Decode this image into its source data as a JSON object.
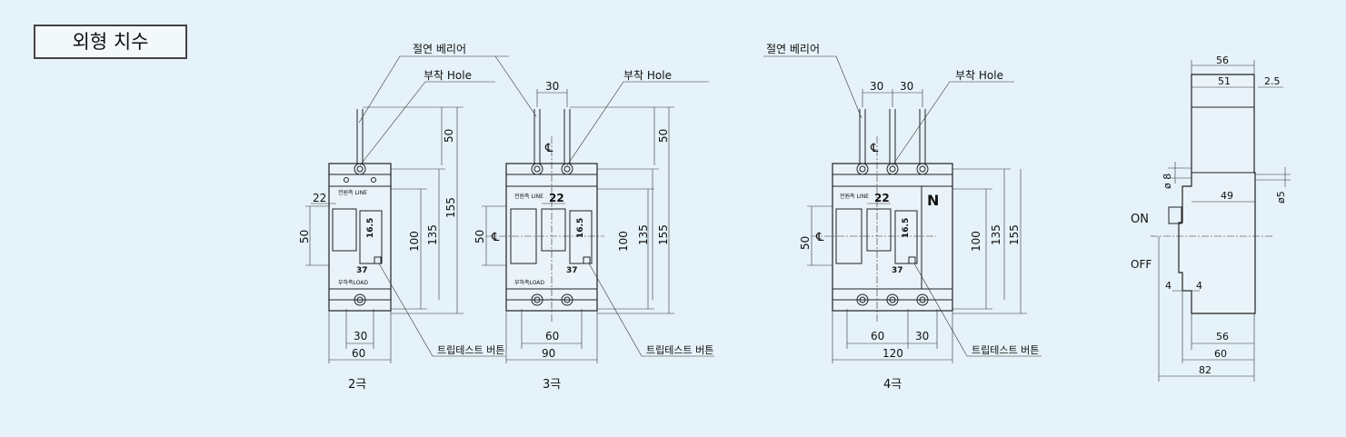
{
  "title": "외형 치수",
  "labels": {
    "insulation_barrier": "절연 베리어",
    "mounting_hole": "부착 Hole",
    "trip_test_button": "트립테스트 버튼",
    "line_side": "전원측 LINE",
    "load_side": "부하측LOAD",
    "neutral": "N",
    "on": "ON",
    "off": "OFF",
    "centerline": "℄"
  },
  "views": {
    "pole2": {
      "caption": "2극",
      "dims": {
        "d50_top": "50",
        "d22": "22",
        "d50": "50",
        "d16_5": "16.5",
        "d37": "37",
        "d100": "100",
        "d135": "135",
        "d155": "155",
        "d30": "30",
        "d60": "60"
      }
    },
    "pole3": {
      "caption": "3극",
      "dims": {
        "d30_top": "30",
        "d50_top": "50",
        "d22": "22",
        "d50": "50",
        "d16_5": "16.5",
        "d37": "37",
        "d100": "100",
        "d135": "135",
        "d155": "155",
        "d60": "60",
        "d90": "90"
      }
    },
    "pole4": {
      "caption": "4극",
      "dims": {
        "d30a": "30",
        "d30b": "30",
        "d22": "22",
        "d50": "50",
        "d16_5": "16.5",
        "d37": "37",
        "d100": "100",
        "d135": "135",
        "d155": "155",
        "d60": "60",
        "d30": "30",
        "d120": "120"
      }
    },
    "side": {
      "dims": {
        "d56_top": "56",
        "d51": "51",
        "d2_5": "2.5",
        "d8": "ø 8",
        "d5": "ø5",
        "d49": "49",
        "d4a": "4",
        "d4b": "4",
        "d56": "56",
        "d60": "60",
        "d82": "82"
      }
    }
  }
}
